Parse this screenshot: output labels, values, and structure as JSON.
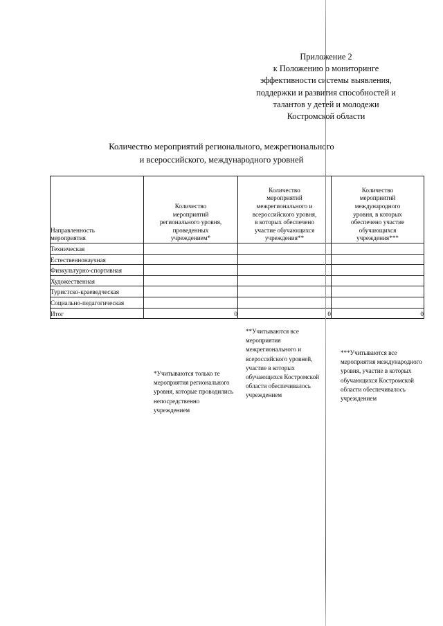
{
  "document": {
    "header_lines": [
      "Приложение 2",
      "к Положению о мониторинге",
      "эффективности системы выявления,",
      "поддержки и развития способностей и",
      "талантов у детей и молодежи",
      "Костромской области"
    ],
    "title_lines": [
      "Количество мероприятий регионального, межрегионального",
      "и всероссийского, международного уровней"
    ]
  },
  "table": {
    "headers": {
      "col1": "Направленность мероприятия",
      "col2": "Количество мероприятий регионального уровня, проведенных учреждением*",
      "col3": "Количество мероприятий межрегионального и всероссийского уровня, в которых обеспечено участие обучающихся учреждения**",
      "col4": "Количество мероприятий международного уровня, в которых обеспечено участие обучающихся учреждения***"
    },
    "header_col1_lines": [
      "Направленность",
      "мероприятия"
    ],
    "header_col2_lines": [
      "Количество",
      "мероприятий",
      "регионального уровня,",
      "проведенных",
      "учреждением*"
    ],
    "header_col3_lines": [
      "Количество",
      "мероприятий",
      "межрегионального и",
      "всероссийского уровня,",
      "в которых обеспечено",
      "участие обучающихся",
      "учреждения**"
    ],
    "header_col4_lines": [
      "Количество",
      "мероприятий",
      "международного",
      "уровня, в которых",
      "обеспечено участие",
      "обучающихся",
      "учреждения***"
    ],
    "rows": [
      {
        "label": "Техническая",
        "col2": "",
        "col3": "",
        "col4": ""
      },
      {
        "label": "Естественнонаучная",
        "col2": "",
        "col3": "",
        "col4": ""
      },
      {
        "label": "Физкультурно-спортивная",
        "col2": "",
        "col3": "",
        "col4": ""
      },
      {
        "label": "Художественная",
        "col2": "",
        "col3": "",
        "col4": ""
      },
      {
        "label": "Туристско-краеведческая",
        "col2": "",
        "col3": "",
        "col4": ""
      },
      {
        "label": "Социально-педагогическая",
        "col2": "",
        "col3": "",
        "col4": ""
      }
    ],
    "total_row": {
      "label": "Итог",
      "col2": "0",
      "col3": "0",
      "col4": "0"
    }
  },
  "footnotes": {
    "note1": "*Учитываются только те мероприятия регионального уровня, которые проводились непосредственно учреждением",
    "note2": "**Учитываются все мероприятия межрегионального и всероссийского уровней, участие в которых обучающихся Костромской области обеспечивалось учреждением",
    "note3": "***Учитываются все мероприятия международного уровня, участие в которых обучающихся Костромской области обеспечивалось учреждением"
  }
}
